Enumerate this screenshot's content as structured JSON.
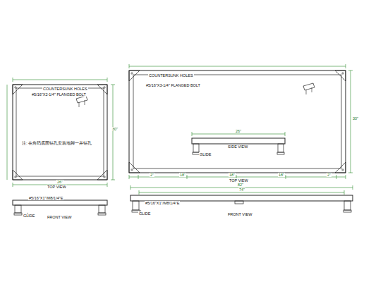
{
  "diagram": {
    "labels": [
      "COUNTERSUNK HOLES",
      "#5/16\"X2-1/4\" FLANGED BOLT",
      "注: 在角码底面钻孔安装地脚一并钻孔",
      "TOP VIEW",
      "#5/16\"X1\"/M8/1/4\"E",
      "FRONT VIEW",
      "GLIDE",
      "COUNTERSUNK HOLES",
      "#5/16\"X3-1/4\" FLANGED BOLT",
      "SIDE VIEW",
      "GLIDE",
      "TOP VIEW",
      "FRONT VIEW",
      "GLIDE",
      "82\"",
      "74\"",
      "30\"",
      "26\"",
      "#5/16\"X1\"/M8/1/4\"E",
      "2\"",
      "18\"",
      "18\"",
      "18\"",
      "2\"",
      "30\"",
      "26\""
    ]
  }
}
